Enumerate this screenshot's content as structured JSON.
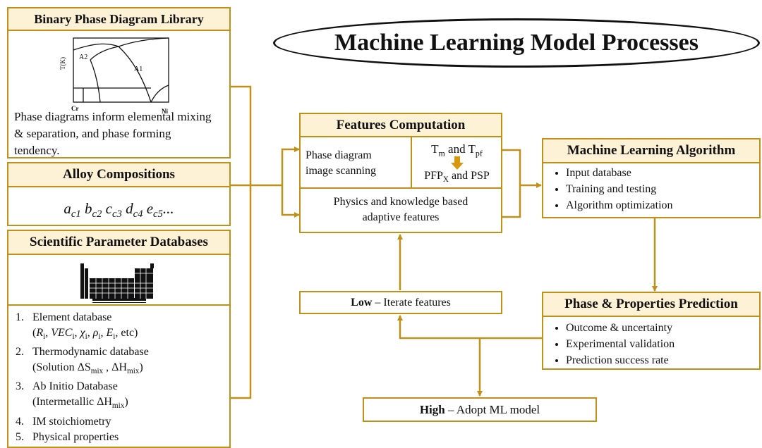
{
  "banner": {
    "title": "Machine Learning Model Processes"
  },
  "left": {
    "binary": {
      "header": "Binary Phase Diagram Library",
      "axis_label": "T(K)",
      "region_a2": "A2",
      "region_a1": "A1",
      "element_left": "Cr",
      "element_right": "Ni",
      "description": "Phase diagrams inform elemental mixing & separation, and phase forming tendency."
    },
    "alloy": {
      "header": "Alloy Compositions"
    },
    "param": {
      "header": "Scientific Parameter Databases",
      "items": [
        {
          "num": "1.",
          "text": "Element database"
        },
        {
          "num": "2.",
          "text": "Thermodynamic database"
        },
        {
          "num": "3.",
          "text": "Ab Initio Database"
        },
        {
          "num": "4.",
          "text": "IM stoichiometry"
        },
        {
          "num": "5.",
          "text": "Physical properties"
        }
      ]
    }
  },
  "features": {
    "header": "Features Computation",
    "scan_line1": "Phase diagram",
    "scan_line2": "image scanning",
    "tm_and": "and",
    "pfp_and_psp": "and PSP",
    "adaptive_line1": "Physics and knowledge based",
    "adaptive_line2": "adaptive features"
  },
  "ml": {
    "header": "Machine Learning Algorithm",
    "items": [
      "Input database",
      "Training and testing",
      "Algorithm optimization"
    ]
  },
  "prediction": {
    "header": "Phase & Properties Prediction",
    "items": [
      "Outcome & uncertainty",
      "Experimental validation",
      "Prediction success rate"
    ]
  },
  "low": {
    "bold": "Low",
    "rest": "– Iterate features"
  },
  "high": {
    "bold": "High",
    "rest": "– Adopt ML model"
  },
  "colors": {
    "accent": "#c09018",
    "header_fill": "#fdf2d6",
    "down_arrow": "#d9960f"
  }
}
